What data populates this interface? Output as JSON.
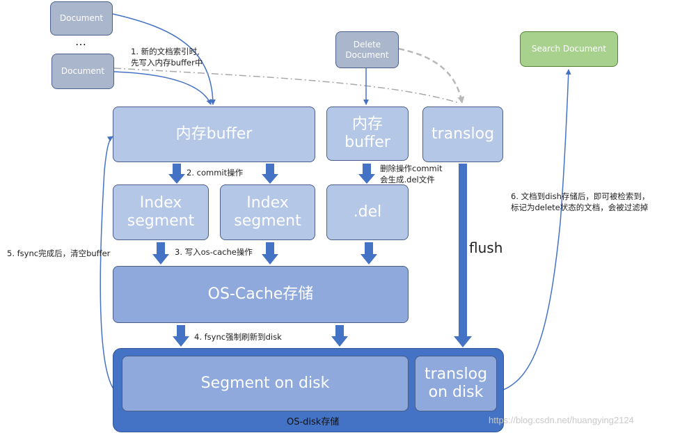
{
  "nodes": {
    "doc1": "Document",
    "doc_ellipsis": "…",
    "doc2": "Document",
    "delete_doc": "Delete\nDocument",
    "search_doc": "Search Document",
    "mem_buffer": "内存buffer",
    "mem_buffer2": "内存\nbuffer",
    "translog": "translog",
    "index_seg1": "Index\nsegment",
    "index_seg2": "Index\nsegment",
    "del_file": ".del",
    "os_cache": "OS-Cache存储",
    "segment_disk": "Segment on disk",
    "translog_disk": "translog\non disk",
    "os_disk": "OS-disk存储"
  },
  "labels": {
    "step1": "1. 新的文档索引时,\n先写入内存buffer中",
    "step2": "2. commit操作",
    "delete_commit": "删除操作commit\n会生成.del文件",
    "step3": "3. 写入os-cache操作",
    "step4": "4. fsync强制刷新到disk",
    "step5": "5. fsync完成后，清空buffer",
    "step6": "6. 文档到dish存储后，即可被检索到，\n标记为delete状态的文档，会被过滤掉",
    "flush": "flush"
  },
  "watermark": "https://blog.csdn.net/huangying2124",
  "colors": {
    "doc_fill": "#aab6cc",
    "light_fill": "#b4c7e7",
    "mid_fill": "#8fa9dc",
    "disk_fill": "#4472c4",
    "search_fill": "#a9d18e",
    "arrow": "#4472c4"
  }
}
